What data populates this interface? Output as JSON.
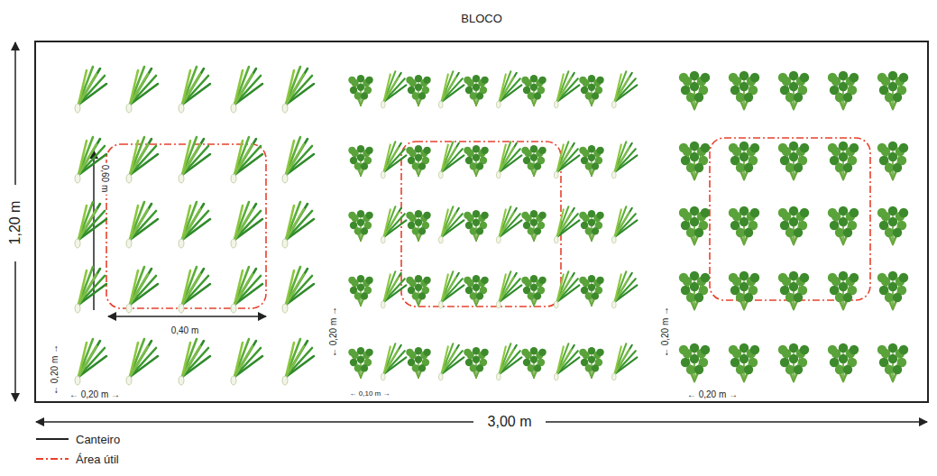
{
  "diagram": {
    "nodes": [
      {
        "text": [
          "BLOCO"
        ]
      }
    ],
    "labels": [
      "1,20 m",
      "3,00 m",
      "0,60 m",
      "0,40 m",
      "← 0,20 m →",
      "← 0,20 m →",
      "← 0,20 m →",
      "← 0,10 m →",
      "← 0,20 m →",
      "← 0,20 m →"
    ],
    "legend": [
      {
        "text": "Canteiro"
      },
      {
        "text": "Área útil"
      }
    ]
  }
}
